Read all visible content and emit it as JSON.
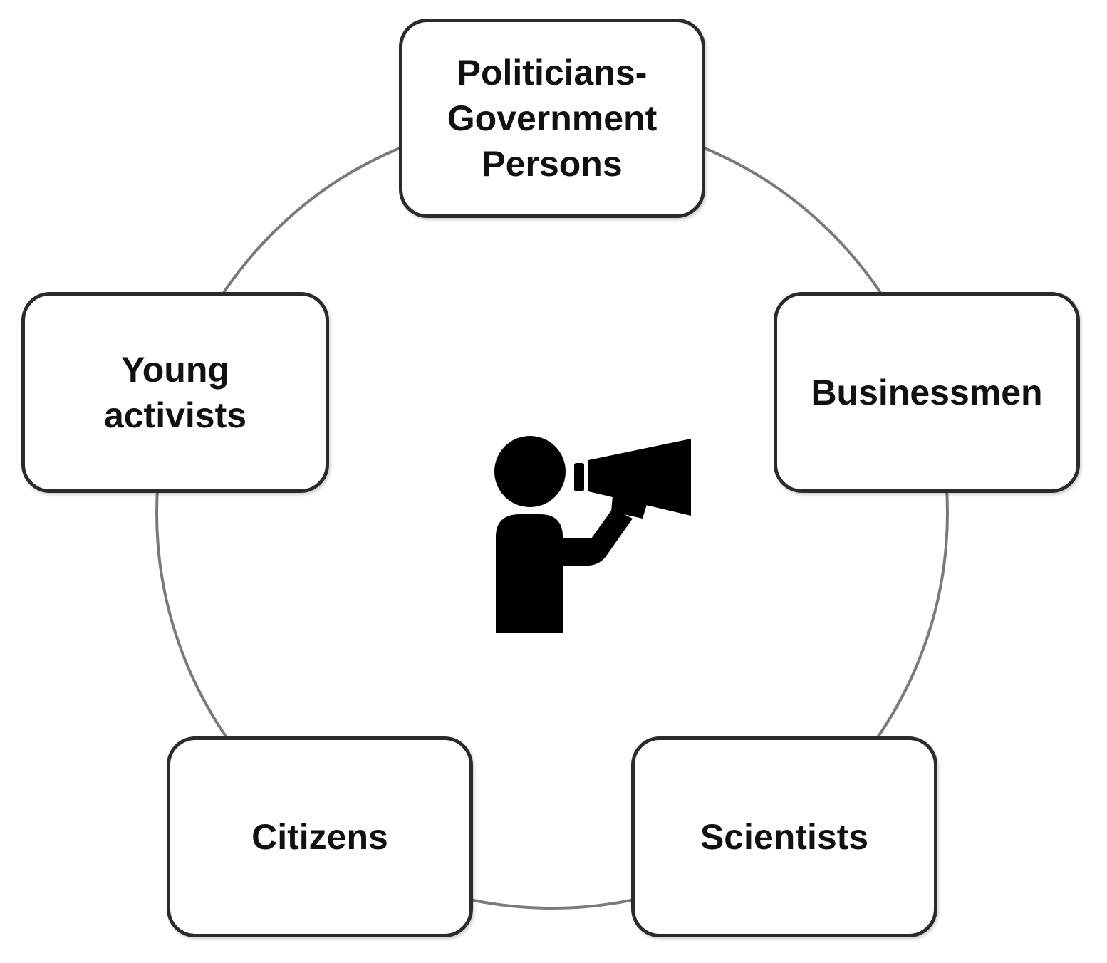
{
  "diagram": {
    "center_icon": "person-megaphone-icon",
    "nodes": [
      {
        "id": "politicians",
        "label": "Politicians-\nGovernment\nPersons"
      },
      {
        "id": "businessmen",
        "label": "Businessmen"
      },
      {
        "id": "scientists",
        "label": "Scientists"
      },
      {
        "id": "citizens",
        "label": "Citizens"
      },
      {
        "id": "young",
        "label": "Young\nactivists"
      }
    ],
    "colors": {
      "ring": "#7a7a7a",
      "border": "#2b2b2b",
      "icon": "#000000",
      "text": "#111111"
    }
  }
}
